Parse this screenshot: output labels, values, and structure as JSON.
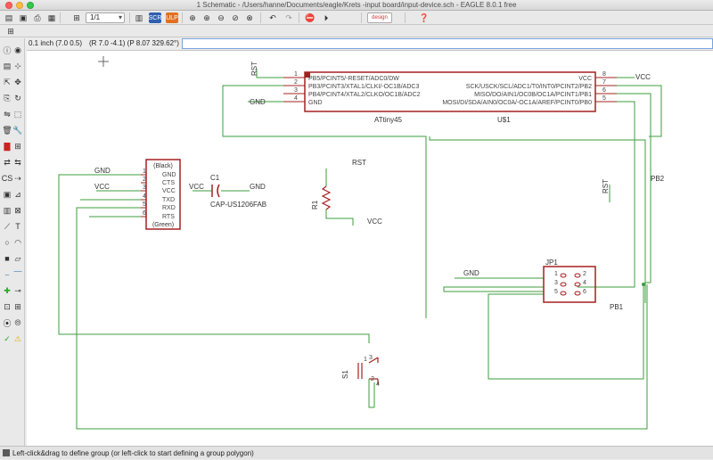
{
  "window": {
    "title": "1 Schematic - /Users/hanne/Documents/eagle/Krets -input board/input-device.sch - EAGLE 8.0.1 free"
  },
  "toolbar": {
    "sheet_value": "1/1",
    "icons": [
      "open-icon",
      "save-icon",
      "print-icon",
      "cam-icon",
      "board-icon",
      "sheet-select",
      "use-icon",
      "script-icon",
      "ulp-icon",
      "zoom-fit-icon",
      "zoom-in-icon",
      "zoom-out-icon",
      "zoom-select-icon",
      "zoom-last-icon",
      "undo-icon",
      "redo-icon",
      "stop-icon",
      "go-icon",
      "design-link-icon",
      "help-icon"
    ]
  },
  "command": {
    "grid": "0.1 inch (7.0 0.5)",
    "coords": "(R 7.0 -4.1) (P 8.07 329.62°)",
    "input_value": ""
  },
  "status": {
    "text": "Left-click&drag to define group (or left-click to start defining a group polygon)"
  },
  "schematic": {
    "ic": {
      "name": "ATtiny45",
      "ref": "U$1",
      "left_pins": [
        {
          "num": "1",
          "label": "PB5/PCINT5/-RESET/ADC0/DW"
        },
        {
          "num": "2",
          "label": "PB3/PCINT3/XTAL1/CLKI/-OC1B/ADC3"
        },
        {
          "num": "3",
          "label": "PB4/PCINT4/XTAL2/CLKO/OC1B/ADC2"
        },
        {
          "num": "4",
          "label": "GND"
        }
      ],
      "right_pins": [
        {
          "num": "8",
          "label": "VCC"
        },
        {
          "num": "7",
          "label": "SCK/USCK/SCL/ADC1/T0/INT0/PCINT2/PB2"
        },
        {
          "num": "6",
          "label": "MISO/DO/AIN1/OC0B/OC1A/PCINT1/PB1"
        },
        {
          "num": "5",
          "label": "MOSI/DI/SDA/AIN0/OC0A/-OC1A/AREF/PCINT0/PB0"
        }
      ]
    },
    "ftdi": {
      "top": "(Black)",
      "bottom": "(Green)",
      "pins": [
        "GND",
        "CTS",
        "VCC",
        "TXD",
        "RXD",
        "RTS"
      ],
      "nums": [
        "1",
        "2",
        "3",
        "4",
        "5",
        "6"
      ]
    },
    "cap": {
      "name": "C1",
      "value": "CAP-US1206FAB"
    },
    "res": {
      "name": "R1"
    },
    "jp": {
      "name": "JP1",
      "left_nums": [
        "1",
        "3",
        "5"
      ],
      "right_nums": [
        "2",
        "4",
        "6"
      ]
    },
    "switch": {
      "name": "S1",
      "pins": [
        "1",
        "2",
        "3",
        "4"
      ]
    },
    "nets": {
      "rst": "RST",
      "gnd": "GND",
      "vcc": "VCC",
      "pb2": "PB2",
      "pb1": "PB1"
    }
  }
}
